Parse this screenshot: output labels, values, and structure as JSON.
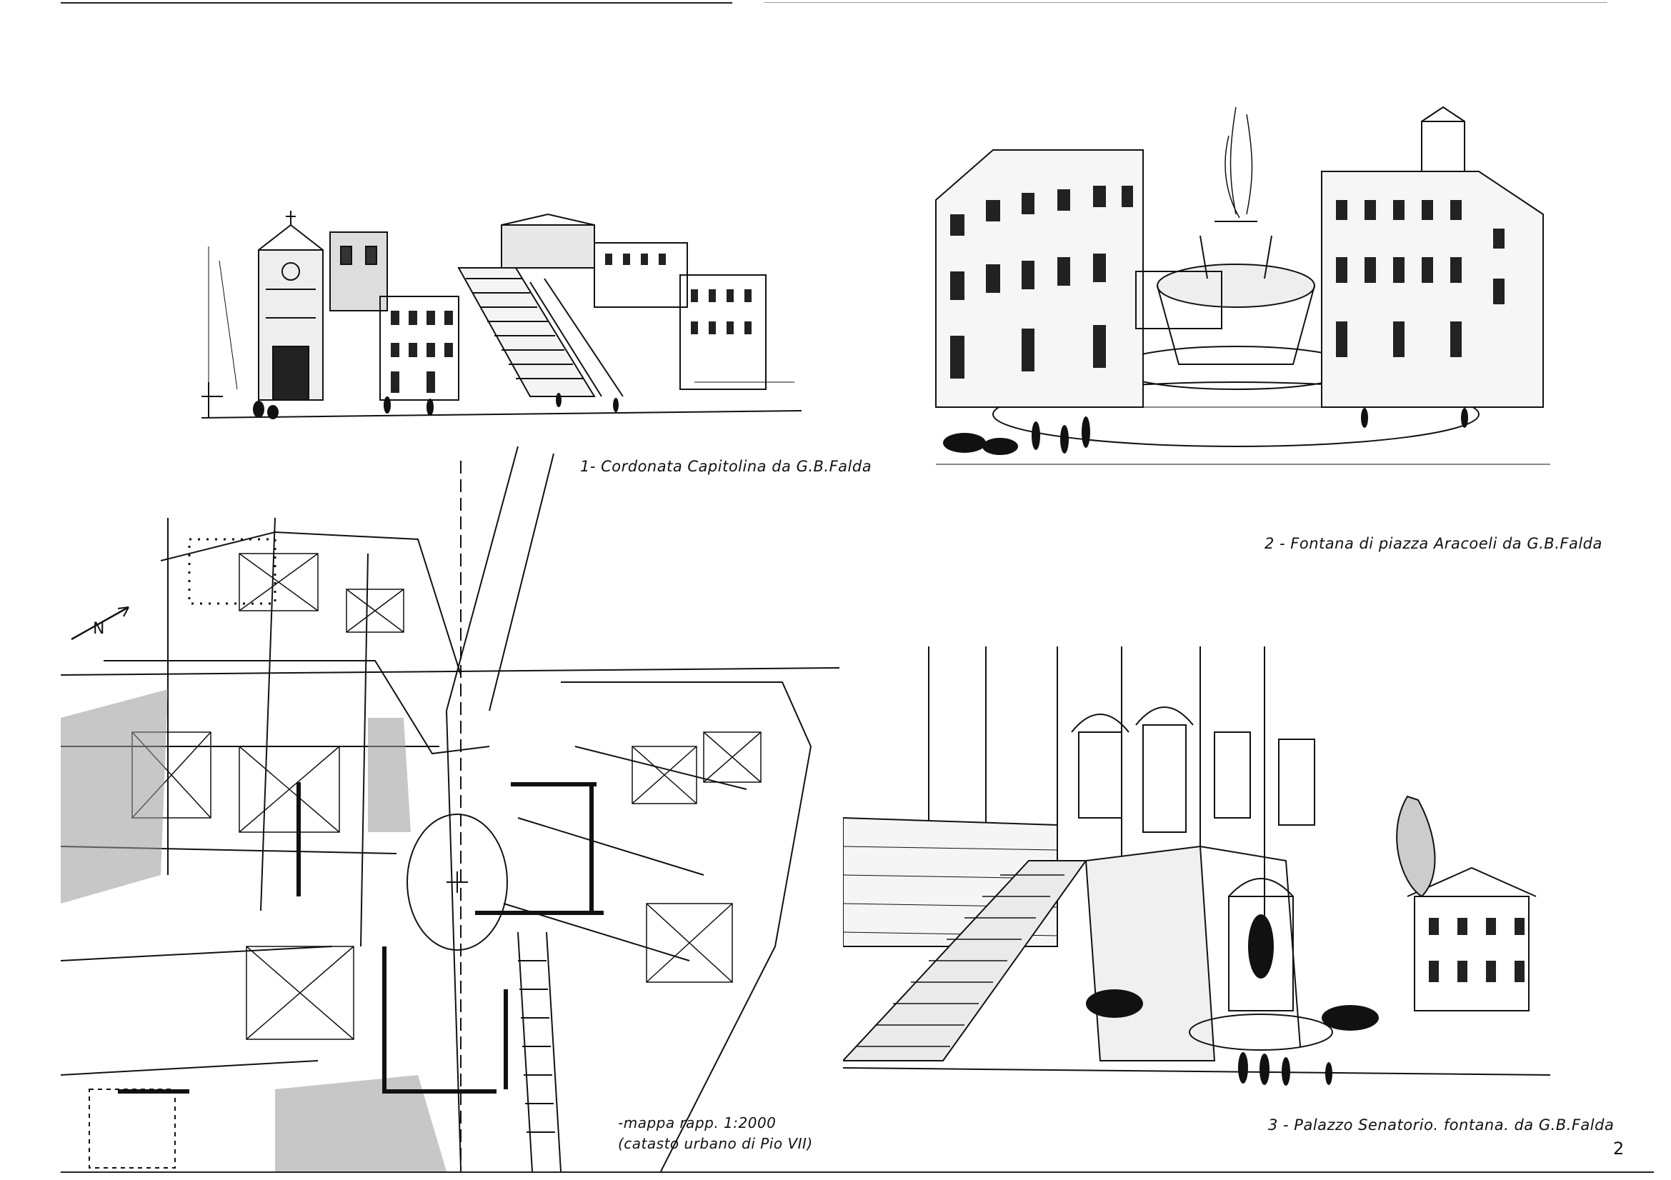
{
  "captions": {
    "drawing_1": "1- Cordonata Capitolina da G.B.Falda",
    "drawing_2": "2 - Fontana di piazza Aracoeli da G.B.Falda",
    "drawing_3": "3 - Palazzo Senatorio. fontana. da G.B.Falda",
    "map_line_1": "-mappa rapp. 1:2000",
    "map_line_2": "(catasto urbano di Pio VII)"
  },
  "map": {
    "north_label": "N"
  },
  "page_number": "2"
}
